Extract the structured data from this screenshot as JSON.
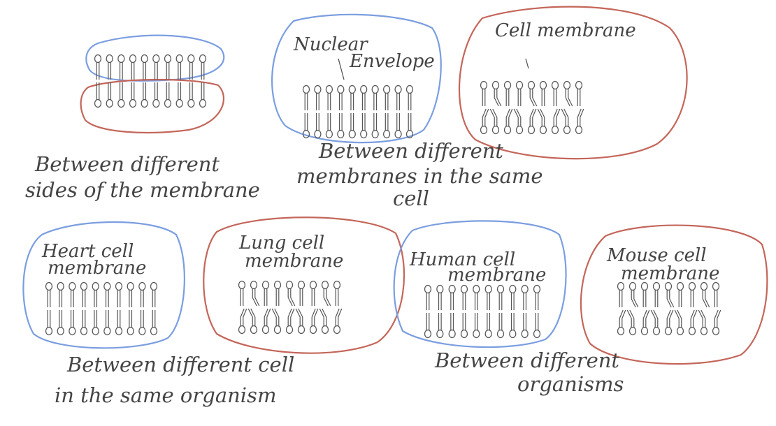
{
  "colors": {
    "blue": "#7b9ee0",
    "red": "#c4665a",
    "ink": "#555555"
  },
  "groups": [
    {
      "id": "sides",
      "caption_lines": [
        "Between different",
        "sides of the membrane"
      ]
    },
    {
      "id": "membranes",
      "labels": {
        "nuclear_line1": "Nuclear",
        "nuclear_line2": "Envelope",
        "cell": "Cell membrane"
      },
      "caption_lines": [
        "Between different",
        "membranes in the same",
        "cell"
      ]
    },
    {
      "id": "cells",
      "labels": {
        "heart_line1": "Heart cell",
        "heart_line2": "membrane",
        "lung_line1": "Lung cell",
        "lung_line2": "membrane"
      },
      "caption_lines": [
        "Between different cell",
        "in the same organism"
      ]
    },
    {
      "id": "organisms",
      "labels": {
        "human_line1": "Human cell",
        "human_line2": "membrane",
        "mouse_line1": "Mouse cell",
        "mouse_line2": "membrane"
      },
      "caption_lines": [
        "Between different",
        "organisms"
      ]
    }
  ]
}
